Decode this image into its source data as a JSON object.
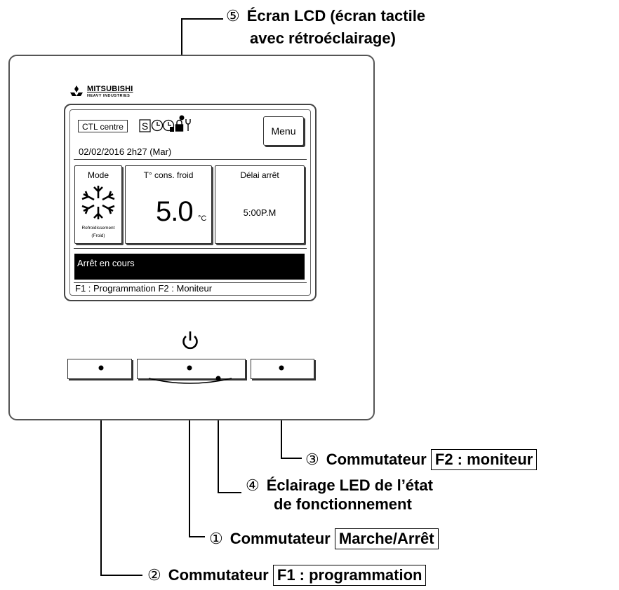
{
  "brand": {
    "name": "MITSUBISHI",
    "subname": "HEAVY INDUSTRIES"
  },
  "lcd": {
    "ctl_label": "CTL centre",
    "s_icon_label": "S",
    "menu_label": "Menu",
    "datetime": "02/02/2016 2h27 (Mar)",
    "mode": {
      "label": "Mode",
      "sub_line1": "Refroidissement",
      "sub_line2": "(Froid)"
    },
    "temperature": {
      "label": "T° cons. froid",
      "value": "5.0",
      "unit": "°C"
    },
    "delay": {
      "label": "Délai arrêt",
      "value": "5:00P.M"
    },
    "status": "Arrêt en cours",
    "function_keys": "F1 : Programmation F2 : Moniteur"
  },
  "callouts": {
    "c5": {
      "num": "⑤",
      "line1": "Écran LCD (écran tactile",
      "line2": "avec rétroéclairage)"
    },
    "c3": {
      "num": "③",
      "text": "Commutateur",
      "box": "F2 : moniteur"
    },
    "c4": {
      "num": "④",
      "line1": "Éclairage LED de l’état",
      "line2": "de fonctionnement"
    },
    "c1": {
      "num": "①",
      "text": "Commutateur",
      "box": "Marche/Arrêt"
    },
    "c2": {
      "num": "②",
      "text": "Commutateur",
      "box": "F1 : programmation"
    }
  }
}
